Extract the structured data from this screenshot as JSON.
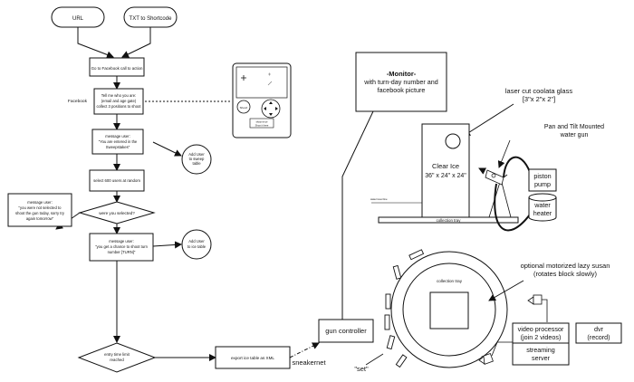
{
  "flow": {
    "url": "URL",
    "txt": "TXT to Shortcode",
    "facebook_cta": "Go to Facebook call to action",
    "facebook_label": "Facebook",
    "tell_me": [
      "Tell me who you are:",
      "(email and age gate)",
      "collect 3 positions to shoot"
    ],
    "message_entered": [
      "message user:",
      "\"You are entered in the",
      "Sweepstakes\""
    ],
    "add_user_sweep": [
      "Add User",
      "to sweep",
      "table"
    ],
    "select_users": "select 600 users at random",
    "not_selected": [
      "message user:",
      "\"you were not selected to",
      "shoot the gun today, sorry try",
      "again tomorrow\""
    ],
    "were_selected": "were you selected?",
    "chance_to_shoot": [
      "message user:",
      "\"you get a chance to shoot turn",
      "number [TURN]\""
    ],
    "add_user_ice": [
      "Add User",
      "to ice table"
    ],
    "entry_time": [
      "entry time limit",
      "reached"
    ],
    "export": "export ice table as XML",
    "sneakernet": "sneakernet",
    "gun_controller": "gun controller"
  },
  "phone": {
    "button_labels": [
      "Shoot!"
    ],
    "footer": [
      "shoot-a-ice",
      "Shoot it here"
    ]
  },
  "monitor": {
    "title": "-Monitor-",
    "line1": "with turn-day number and",
    "line2": "facebook picture"
  },
  "ice": {
    "laser_label": "laser cut coolata glass",
    "laser_dims": "[3\"x 2\"x 2\"]",
    "gun_label_1": "Pan and Tilt Mounted",
    "gun_label_2": "water gun",
    "block_title": "Clear Ice",
    "block_dims": "36\" x 24\" x 24\"",
    "pump": [
      "piston",
      "pump"
    ],
    "heater": [
      "water",
      "heater"
    ],
    "tray": "collection tray",
    "ice_level": "water level line"
  },
  "set": {
    "lazy_susan_1": "optional motorized lazy susan",
    "lazy_susan_2": "(rotates block slowly)",
    "tray": "collection tray",
    "video": [
      "video processor",
      "(join 2 videos)"
    ],
    "dvr": [
      "dvr",
      "(record)"
    ],
    "streaming": [
      "streaming",
      "server"
    ],
    "set_label": "\"set\""
  }
}
